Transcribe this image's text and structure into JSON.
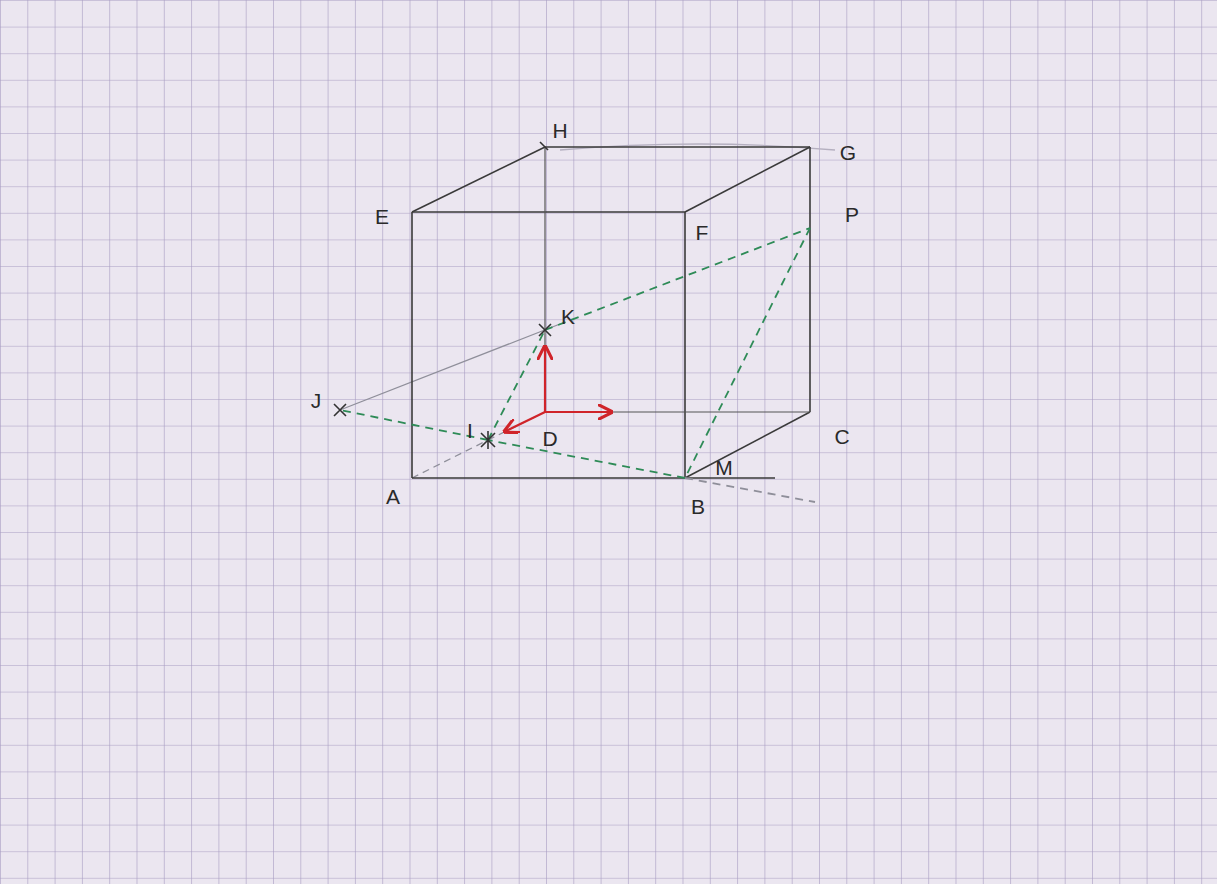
{
  "diagram": {
    "labels": [
      "H",
      "G",
      "E",
      "F",
      "P",
      "K",
      "J",
      "I",
      "D",
      "C",
      "A",
      "B",
      "M"
    ]
  }
}
